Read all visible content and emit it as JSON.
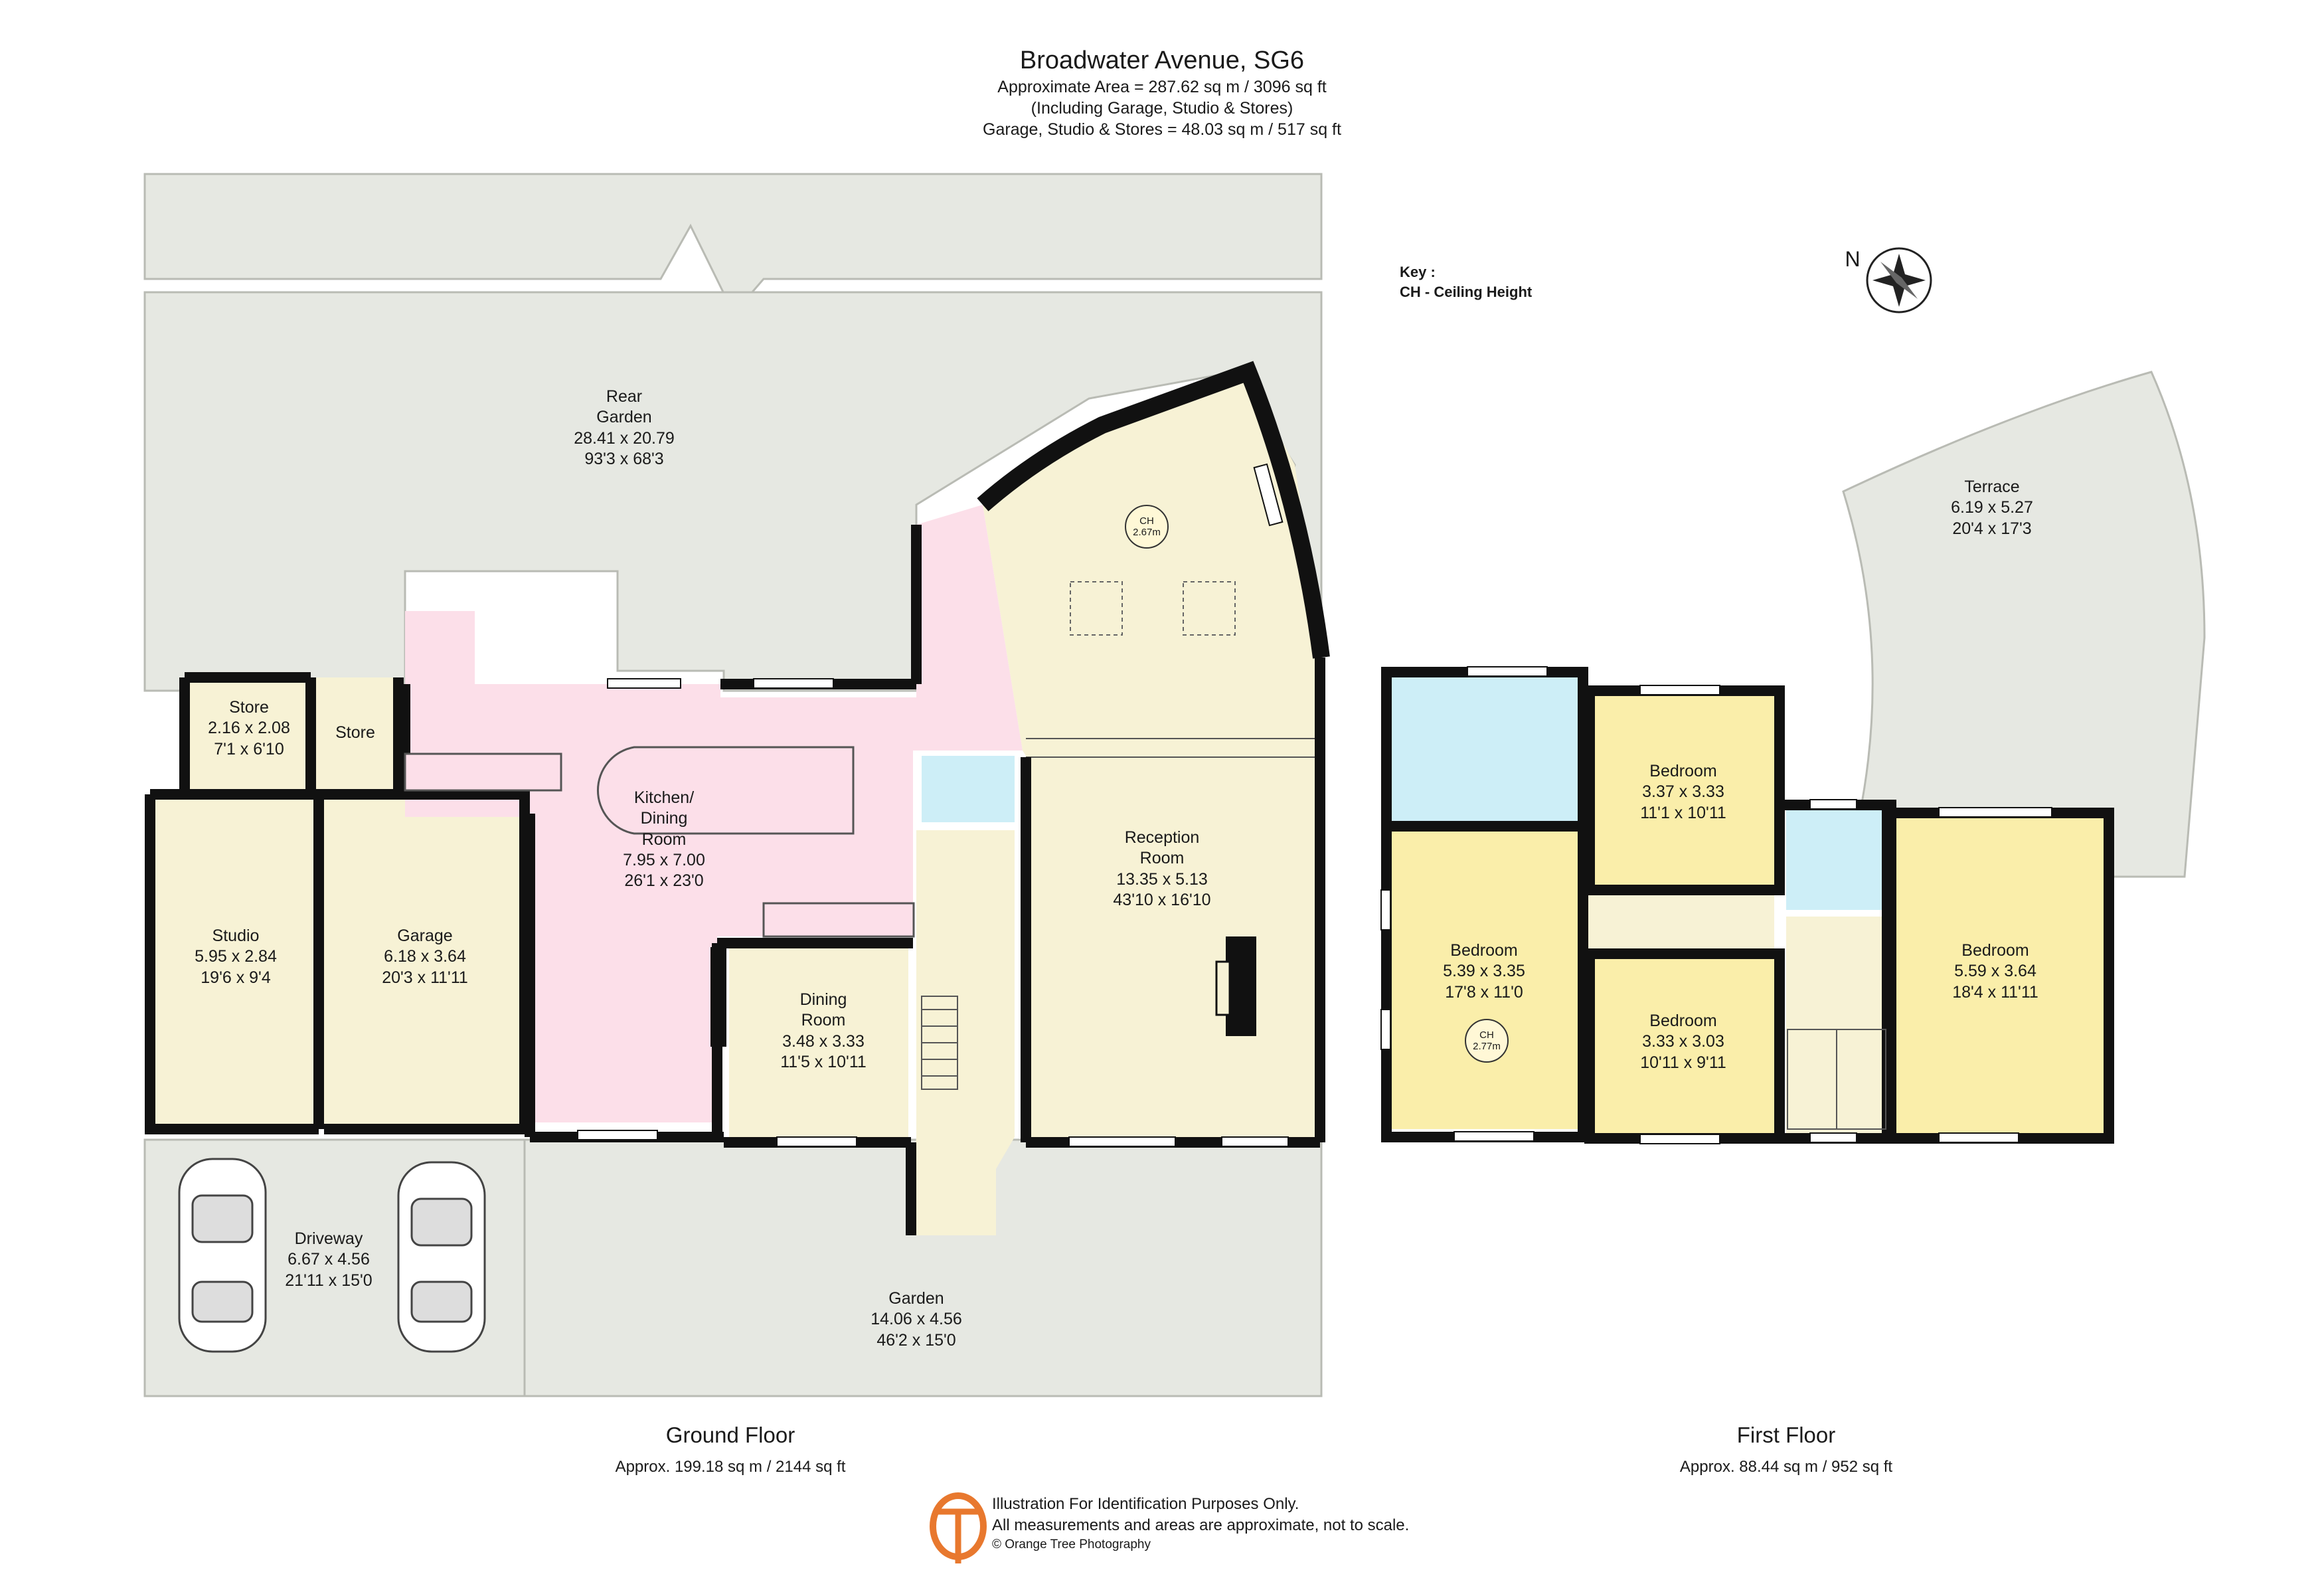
{
  "header": {
    "title": "Broadwater Avenue, SG6",
    "area_line": "Approximate Area =  287.62 sq m / 3096 sq ft",
    "including_line": "(Including Garage, Studio & Stores)",
    "garage_line": "Garage, Studio & Stores = 48.03 sq m / 517 sq ft"
  },
  "key": {
    "title": "Key :",
    "item": "CH - Ceiling Height"
  },
  "compass": {
    "label": "N",
    "icon": "compass-rose-icon"
  },
  "ground_floor": {
    "label": "Ground Floor",
    "area": "Approx. 199.18 sq m / 2144 sq ft",
    "rooms": {
      "rear_garden": [
        "Rear",
        "Garden",
        "28.41 x 20.79",
        "93'3 x 68'3"
      ],
      "store_left": [
        "Store",
        "2.16 x 2.08",
        "7'1 x 6'10"
      ],
      "store_right": [
        "Store"
      ],
      "studio": [
        "Studio",
        "5.95 x 2.84",
        "19'6 x 9'4"
      ],
      "garage": [
        "Garage",
        "6.18 x 3.64",
        "20'3 x 11'11"
      ],
      "kitchen": [
        "Kitchen/",
        "Dining",
        "Room",
        "7.95 x 7.00",
        "26'1 x 23'0"
      ],
      "dining": [
        "Dining",
        "Room",
        "3.48 x 3.33",
        "11'5 x 10'11"
      ],
      "reception": [
        "Reception",
        "Room",
        "13.35 x 5.13",
        "43'10 x 16'10"
      ],
      "driveway": [
        "Driveway",
        "6.67 x 4.56",
        "21'11 x 15'0"
      ],
      "garden": [
        "Garden",
        "14.06 x 4.56",
        "46'2 x 15'0"
      ]
    },
    "ceiling_height": "2.67m"
  },
  "first_floor": {
    "label": "First Floor",
    "area": "Approx. 88.44 sq m / 952 sq ft",
    "rooms": {
      "terrace": [
        "Terrace",
        "6.19 x 5.27",
        "20'4 x 17'3"
      ],
      "bedroom_a": [
        "Bedroom",
        "3.37 x 3.33",
        "11'1 x 10'11"
      ],
      "bedroom_b": [
        "Bedroom",
        "5.39 x 3.35",
        "17'8 x 11'0"
      ],
      "bedroom_c": [
        "Bedroom",
        "3.33 x 3.03",
        "10'11 x 9'11"
      ],
      "bedroom_d": [
        "Bedroom",
        "5.59 x 3.64",
        "18'4 x 11'11"
      ]
    },
    "ceiling_height": "2.77m"
  },
  "ch_label": "CH",
  "footer": {
    "logo": "orange-tree-logo",
    "line1": "Illustration For Identification Purposes Only.",
    "line2": "All measurements and areas are approximate, not to scale.",
    "copyright": "© Orange Tree Photography"
  },
  "colors": {
    "outdoor": "#e6e8e2",
    "outdoor_edge": "#b9bbb4",
    "living": "#f7f2d5",
    "bedroom": "#faeeaa",
    "kitchen": "#fcdfe9",
    "bathroom": "#cdeef7",
    "hall": "#f7f2d5",
    "wall": "#111111",
    "logo": "#e8782e"
  }
}
